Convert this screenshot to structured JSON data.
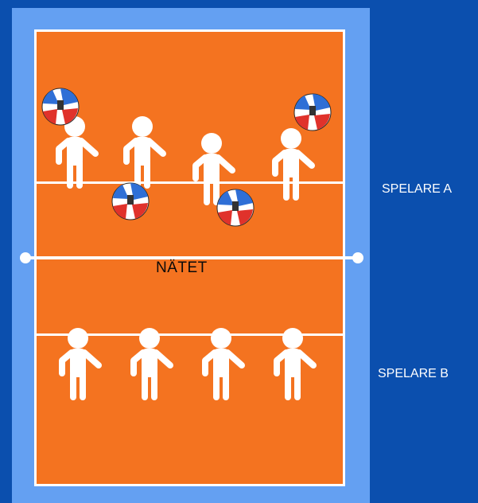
{
  "court": {
    "net_label": "NÄTET",
    "team_a_label": "SPELARE A",
    "team_b_label": "SPELARE B"
  },
  "colors": {
    "background": "#0b4fae",
    "court_border_area": "#64a0f2",
    "court_surface": "#f47320",
    "lines": "#ffffff",
    "player": "#ffffff"
  },
  "icons": {
    "player": "person-icon",
    "ball": "volleyball-icon"
  }
}
